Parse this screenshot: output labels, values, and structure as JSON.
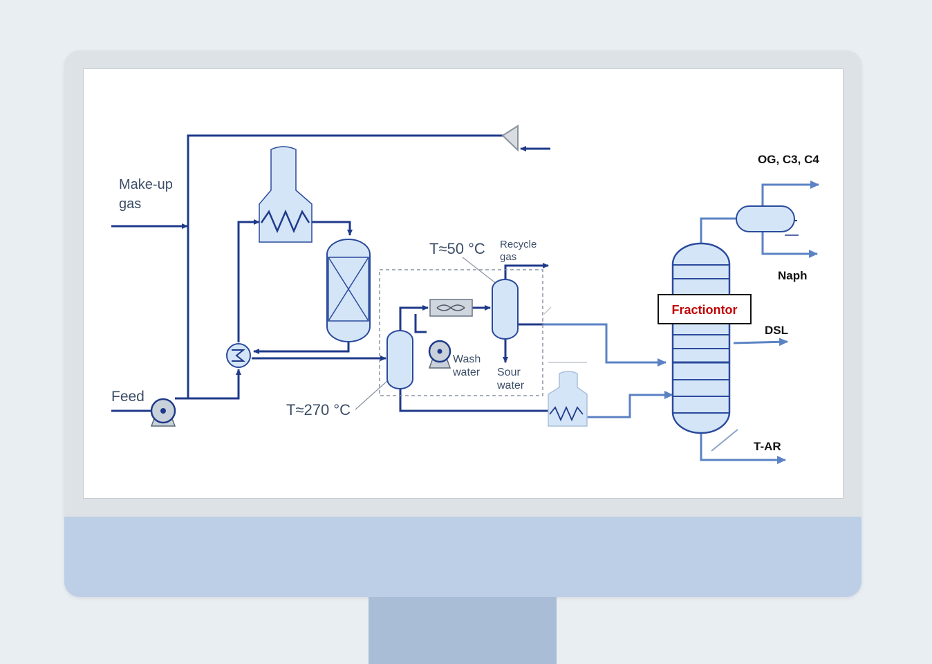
{
  "diagram": {
    "labels": {
      "makeup_gas_line1": "Make-up",
      "makeup_gas_line2": "gas",
      "feed": "Feed",
      "temp_hot": "T≈270 °C",
      "temp_cold": "T≈50 °C",
      "recycle_gas_line1": "Recycle",
      "recycle_gas_line2": "gas",
      "wash_water_line1": "Wash",
      "wash_water_line2": "water",
      "sour_water_line1": "Sour",
      "sour_water_line2": "water",
      "fractionator": "Fractiontor",
      "product_top": "OG, C3, C4",
      "product_naph": "Naph",
      "product_dsl": "DSL",
      "product_bottom": "T-AR"
    },
    "colors": {
      "line_dark": "#1f3a8a",
      "line_light": "#5b82c4",
      "equipment_fill": "#d4e5f7",
      "equipment_stroke": "#2a4a9c",
      "label_text": "#3c4d66",
      "fractionator_label": "#c00000",
      "product_text": "#111111"
    },
    "icons": [
      "compressor-icon",
      "fired-heater-icon",
      "reactor-icon",
      "heat-exchanger-icon",
      "feed-pump-icon",
      "hot-separator-icon",
      "air-cooler-icon",
      "wash-water-pump-icon",
      "cold-separator-icon",
      "reboiler-furnace-icon",
      "fractionator-column-icon",
      "overhead-drum-icon"
    ]
  }
}
